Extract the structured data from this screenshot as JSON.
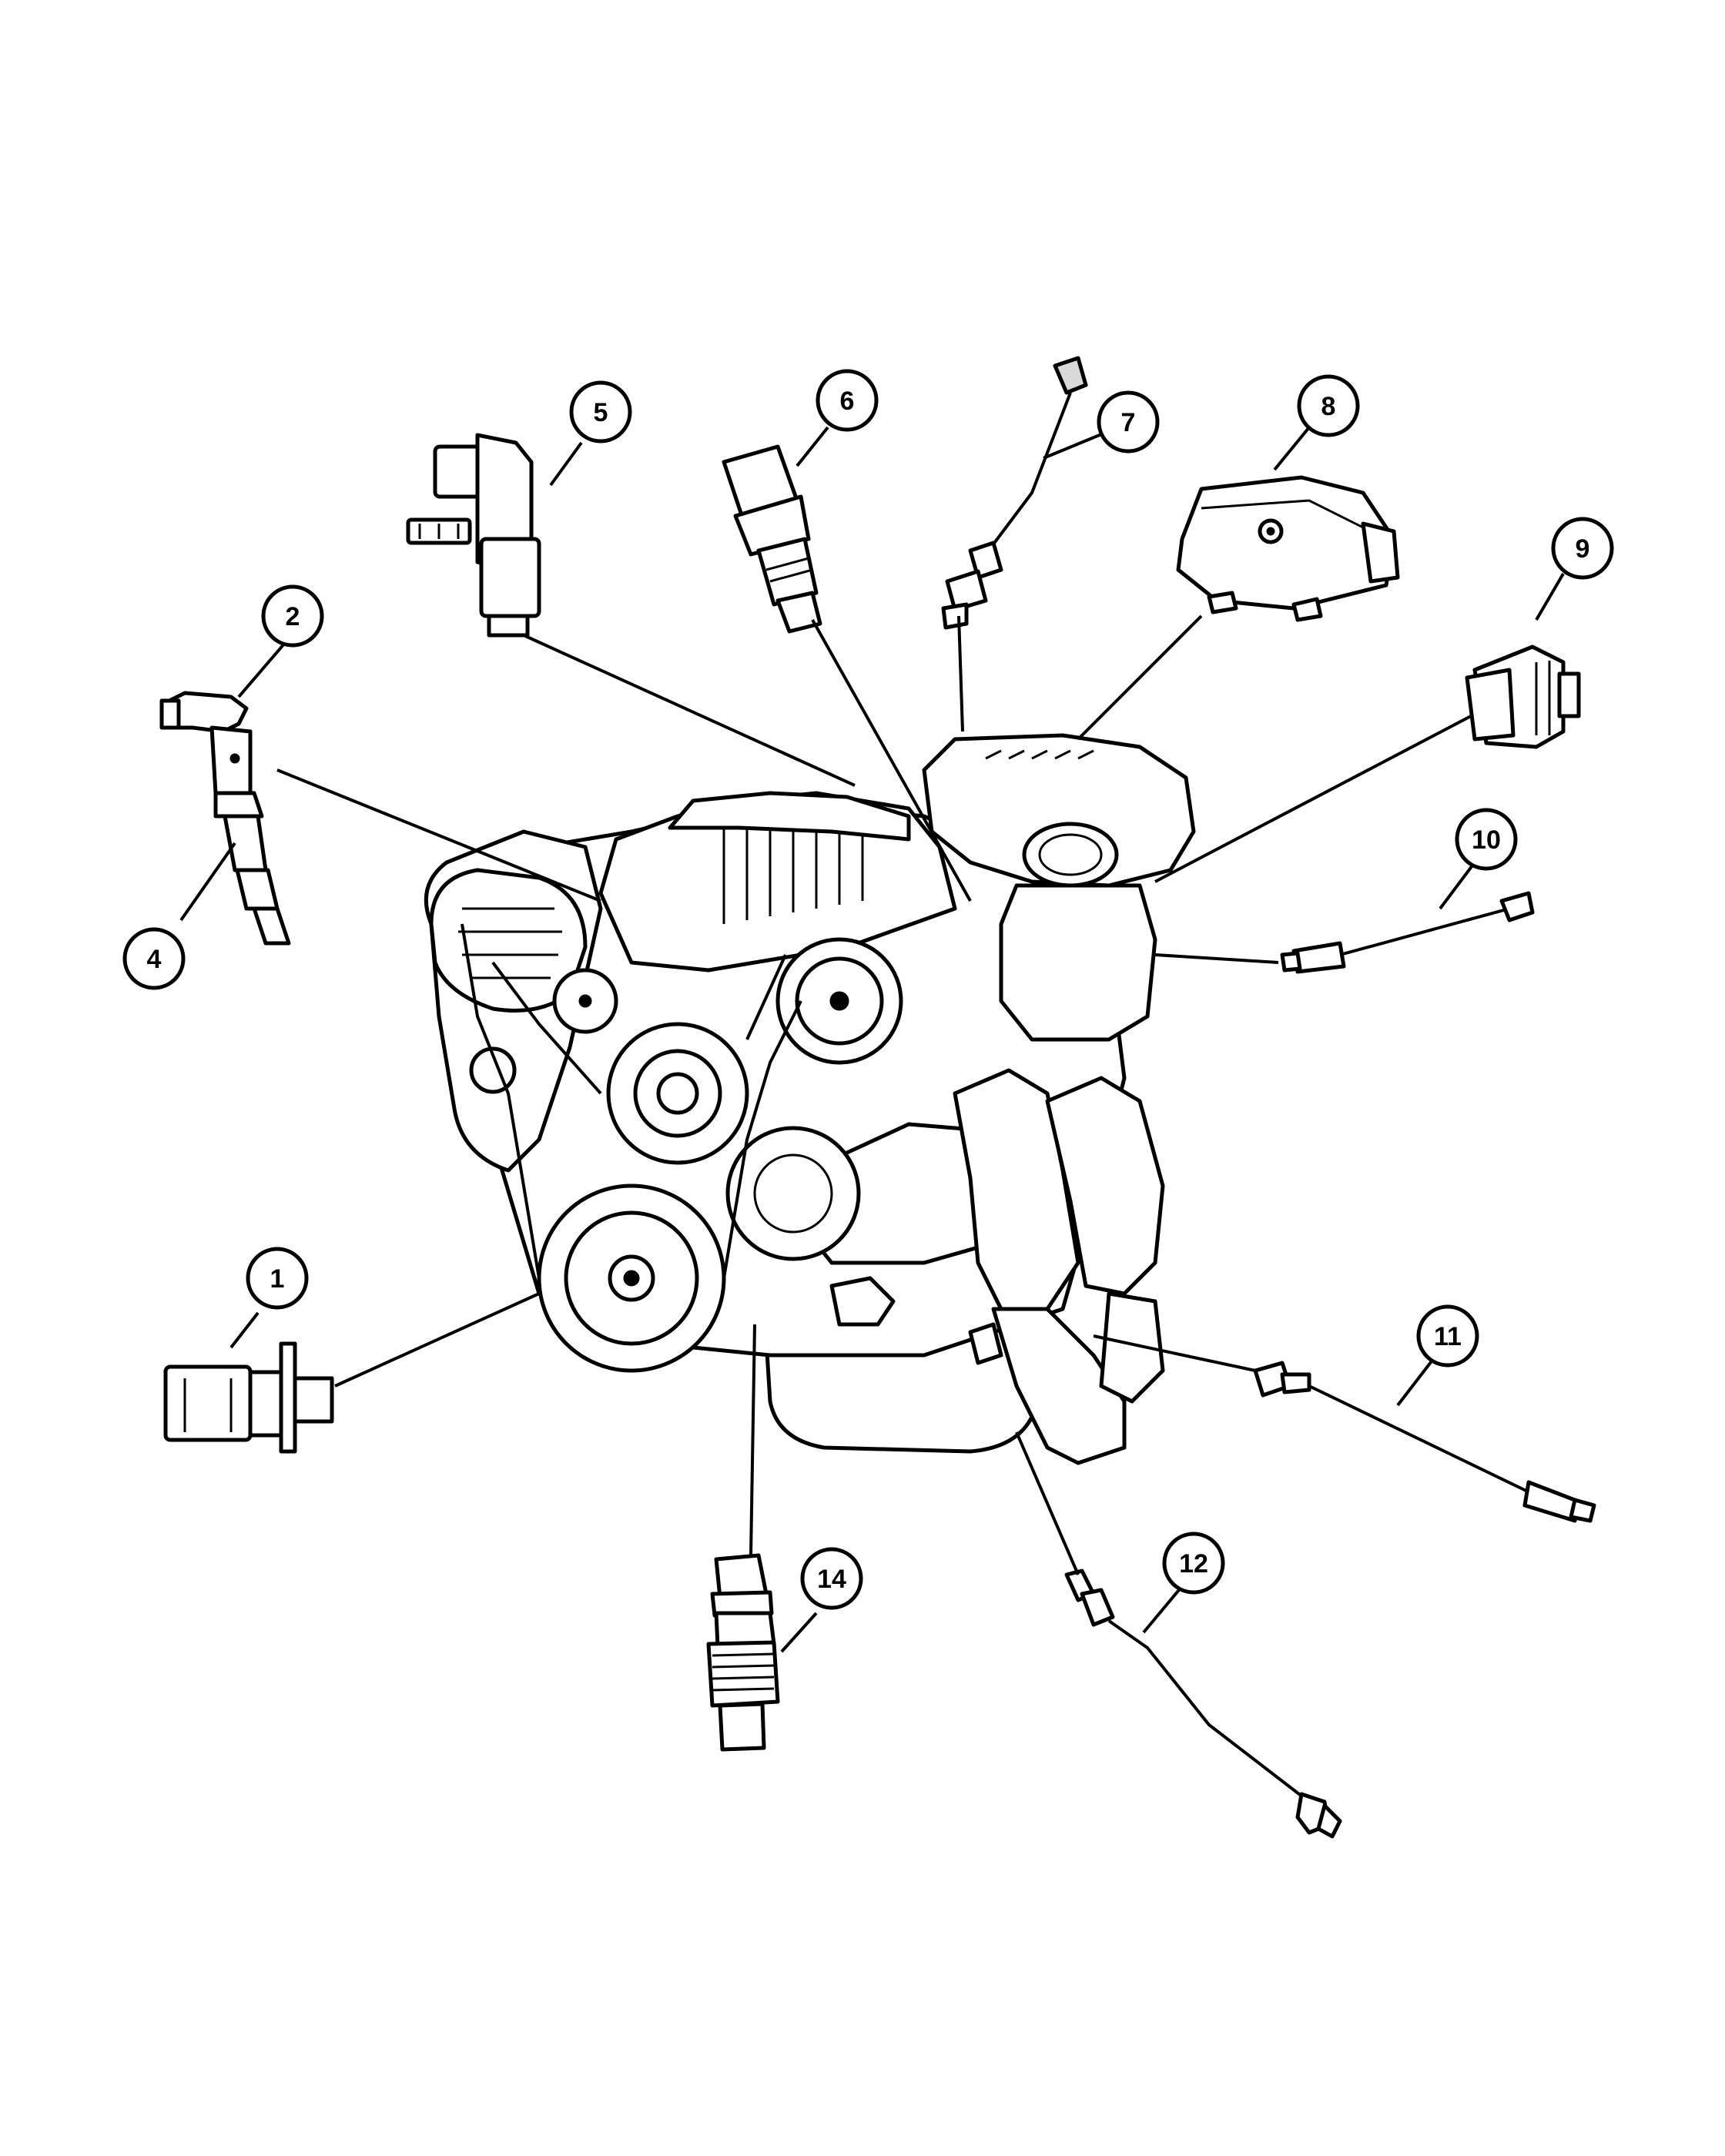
{
  "callouts": [
    {
      "id": "1",
      "label": "1"
    },
    {
      "id": "2",
      "label": "2"
    },
    {
      "id": "4",
      "label": "4"
    },
    {
      "id": "5",
      "label": "5"
    },
    {
      "id": "6",
      "label": "6"
    },
    {
      "id": "7",
      "label": "7"
    },
    {
      "id": "8",
      "label": "8"
    },
    {
      "id": "9",
      "label": "9"
    },
    {
      "id": "10",
      "label": "10"
    },
    {
      "id": "11",
      "label": "11"
    },
    {
      "id": "12",
      "label": "12"
    },
    {
      "id": "14",
      "label": "14"
    }
  ]
}
